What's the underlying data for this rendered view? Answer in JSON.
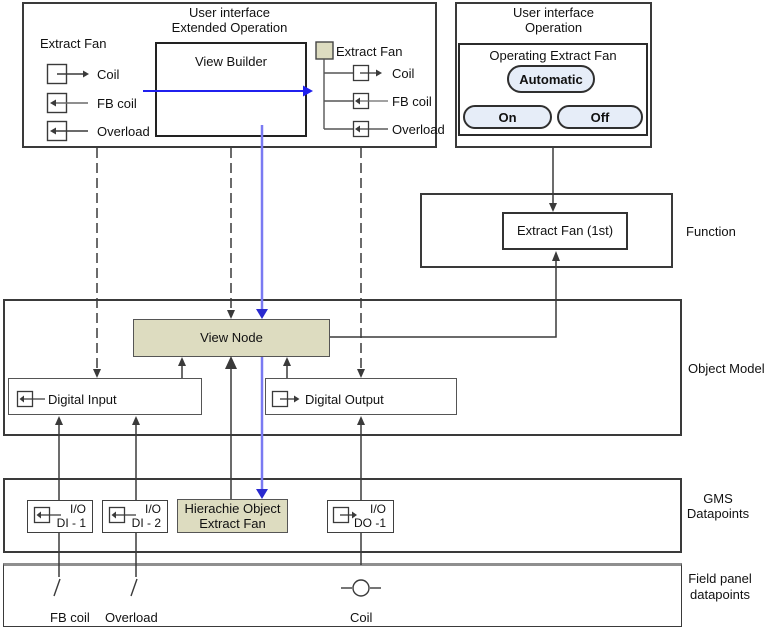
{
  "colors": {
    "node_beige": "#dddcc0",
    "pill_blue": "#e6edf8",
    "blue_arrow": "#2020ee",
    "blue_arrow_light": "#7a7af2",
    "line": "#3a3a3a"
  },
  "icons": {
    "io_input": "io-input-arrow-icon",
    "io_output": "io-output-arrow-icon",
    "node_square": "extract-fan-node-icon",
    "switch": "switch-contact-icon",
    "coil": "coil-symbol-icon"
  },
  "ui_extended": {
    "title1": "User interface",
    "title2": "Extended Operation",
    "left_group_label": "Extract Fan",
    "left_points": [
      "Coil",
      "FB coil",
      "Overload"
    ],
    "view_builder_label": "View Builder",
    "right_group_label": "Extract Fan",
    "right_points": [
      "Coil",
      "FB coil",
      "Overload"
    ]
  },
  "ui_operation": {
    "title1": "User interface",
    "title2": "Operation",
    "panel_title": "Operating Extract Fan",
    "automatic_button": "Automatic",
    "on_button": "On",
    "off_button": "Off"
  },
  "function_layer": {
    "layer_label": "Function",
    "node_label": "Extract Fan (1st)"
  },
  "object_model_layer": {
    "layer_label": "Object Model",
    "view_node_label": "View Node",
    "digital_input_label": "Digital Input",
    "digital_output_label": "Digital Output"
  },
  "gms_layer": {
    "layer_label1": "GMS",
    "layer_label2": "Datapoints",
    "di1": {
      "io": "I/O",
      "id": "DI - 1"
    },
    "di2": {
      "io": "I/O",
      "id": "DI - 2"
    },
    "hierarchy": {
      "line1": "Hierachie Object",
      "line2": "Extract Fan"
    },
    "do1": {
      "io": "I/O",
      "id": "DO -1"
    }
  },
  "field_panel_layer": {
    "layer_label1": "Field panel",
    "layer_label2": "datapoints",
    "fb_coil_label": "FB coil",
    "overload_label": "Overload",
    "coil_label": "Coil"
  }
}
